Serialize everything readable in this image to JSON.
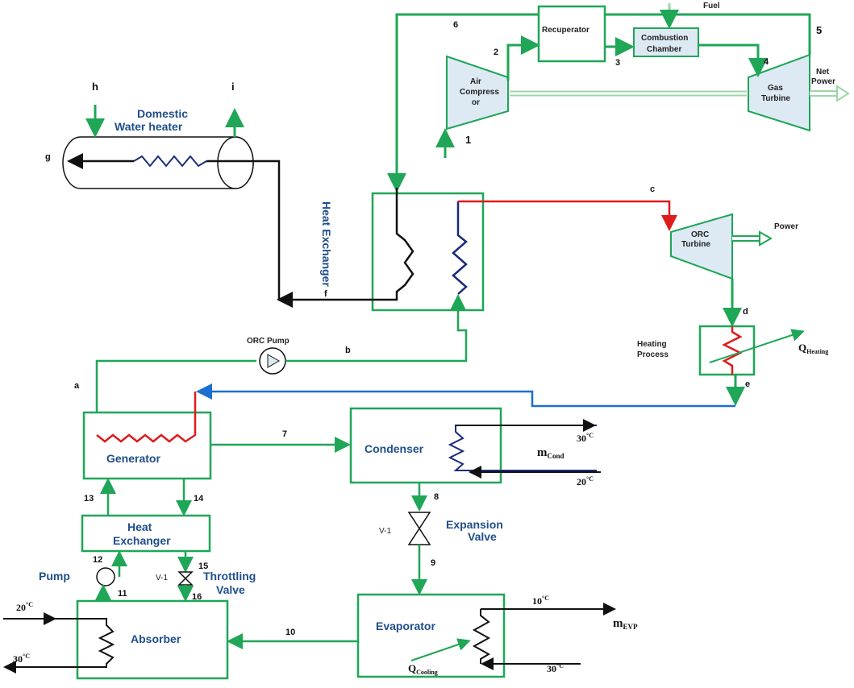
{
  "labels": {
    "fuel": "Fuel",
    "recuperator": "Recuperator",
    "combustion_1": "Combustion",
    "combustion_2": "Chamber",
    "air_comp_1": "Air",
    "air_comp_2": "Compress",
    "air_comp_3": "or",
    "gas_turb_1": "Gas",
    "gas_turb_2": "Turbine",
    "net_power_1": "Net",
    "net_power_2": "Power",
    "dwh_1": "Domestic",
    "dwh_2": "Water heater",
    "hx_vertical": "Heat Exchanger",
    "orc_turb_1": "ORC",
    "orc_turb_2": "Turbine",
    "power": "Power",
    "heating_1": "Heating",
    "heating_2": "Process",
    "q_heating_main": "Q",
    "q_heating_sub": "Heating",
    "orc_pump": "ORC Pump",
    "generator": "Generator",
    "condenser": "Condenser",
    "m_cond_main": "m",
    "m_cond_sub": "Cond",
    "hx_bottom_1": "Heat",
    "hx_bottom_2": "Exchanger",
    "expansion_1": "Expansion",
    "expansion_2": "Valve",
    "v1": "V-1",
    "pump": "Pump",
    "throttling_1": "Throttling",
    "throttling_2": "Valve",
    "absorber": "Absorber",
    "evaporator": "Evaporator",
    "q_cool_main": "Q",
    "q_cool_sub": "Cooling",
    "m_evp_main": "m",
    "m_evp_sub": "EVP",
    "t30_a": "30",
    "t20_a": "20",
    "t20_b": "20",
    "t30_b": "30",
    "t10": "10",
    "t30_c": "30",
    "deg_c": "°C"
  },
  "states": {
    "s1": "1",
    "s2": "2",
    "s3": "3",
    "s4": "4",
    "s5": "5",
    "s6": "6",
    "s7": "7",
    "s8": "8",
    "s9": "9",
    "s10": "10",
    "s11": "11",
    "s12": "12",
    "s13": "13",
    "s14": "14",
    "s15": "15",
    "s16": "16",
    "a": "a",
    "b": "b",
    "c": "c",
    "d": "d",
    "e": "e",
    "f": "f",
    "g": "g",
    "h": "h",
    "i": "i"
  },
  "colors": {
    "pipe": "#1fa657",
    "box": "#1fa657",
    "hot": "#e01b1b",
    "return": "#1a6fd1",
    "coil": "#1b2a7a",
    "black": "#111111",
    "turbo_fill": "#dde9f3",
    "text_blue": "#1f4e8c"
  }
}
